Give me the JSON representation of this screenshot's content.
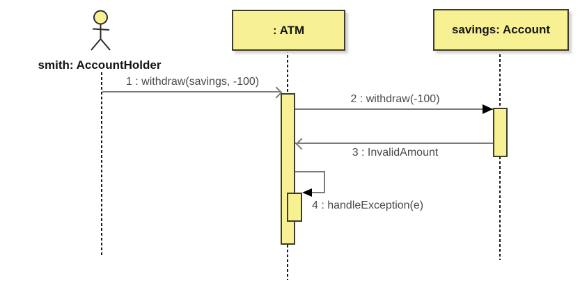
{
  "diagram": {
    "type": "uml-sequence-diagram",
    "actor": {
      "label": "smith: AccountHolder",
      "kind": "actor"
    },
    "objects": [
      {
        "label": ": ATM"
      },
      {
        "label": "savings: Account"
      }
    ],
    "messages": [
      {
        "label": "1 : withdraw(savings, -100)",
        "from": "smith: AccountHolder",
        "to": ": ATM",
        "arrowhead": "open",
        "direction": "right"
      },
      {
        "label": "2 : withdraw(-100)",
        "from": ": ATM",
        "to": "savings: Account",
        "arrowhead": "filled",
        "direction": "right"
      },
      {
        "label": "3 : InvalidAmount",
        "from": "savings: Account",
        "to": ": ATM",
        "arrowhead": "open",
        "direction": "left"
      },
      {
        "label": "4 : handleException(e)",
        "from": ": ATM",
        "to": ": ATM",
        "arrowhead": "filled",
        "direction": "self"
      }
    ]
  },
  "colors": {
    "background": "#FFFFFF",
    "shape_fill": "#F7F193",
    "shape_border": "#3C3C28",
    "message_line": "#7A7A7A",
    "arrowhead": "#000000",
    "label_text": "#4A4A4A",
    "title_text": "#141414",
    "lifeline": "#1A1A1A",
    "box_shadow": "#D4D4D4"
  }
}
